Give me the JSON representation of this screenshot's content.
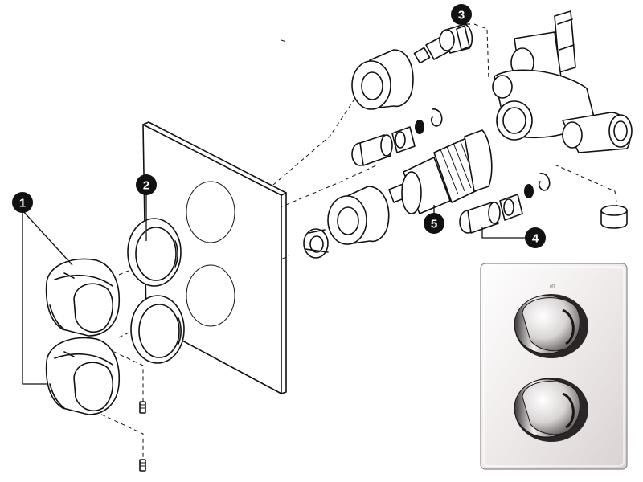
{
  "callouts": [
    {
      "id": "callout-1",
      "label": "1"
    },
    {
      "id": "callout-2",
      "label": "2"
    },
    {
      "id": "callout-3",
      "label": "3"
    },
    {
      "id": "callout-4",
      "label": "4"
    },
    {
      "id": "callout-5",
      "label": "5"
    }
  ],
  "photo": {
    "top_label": "off"
  },
  "colors": {
    "outline": "#111111",
    "background": "#ffffff",
    "callout_fill": "#111111",
    "callout_text": "#ffffff",
    "chrome_light": "#f1eeee",
    "chrome_dark": "#2a2628"
  }
}
